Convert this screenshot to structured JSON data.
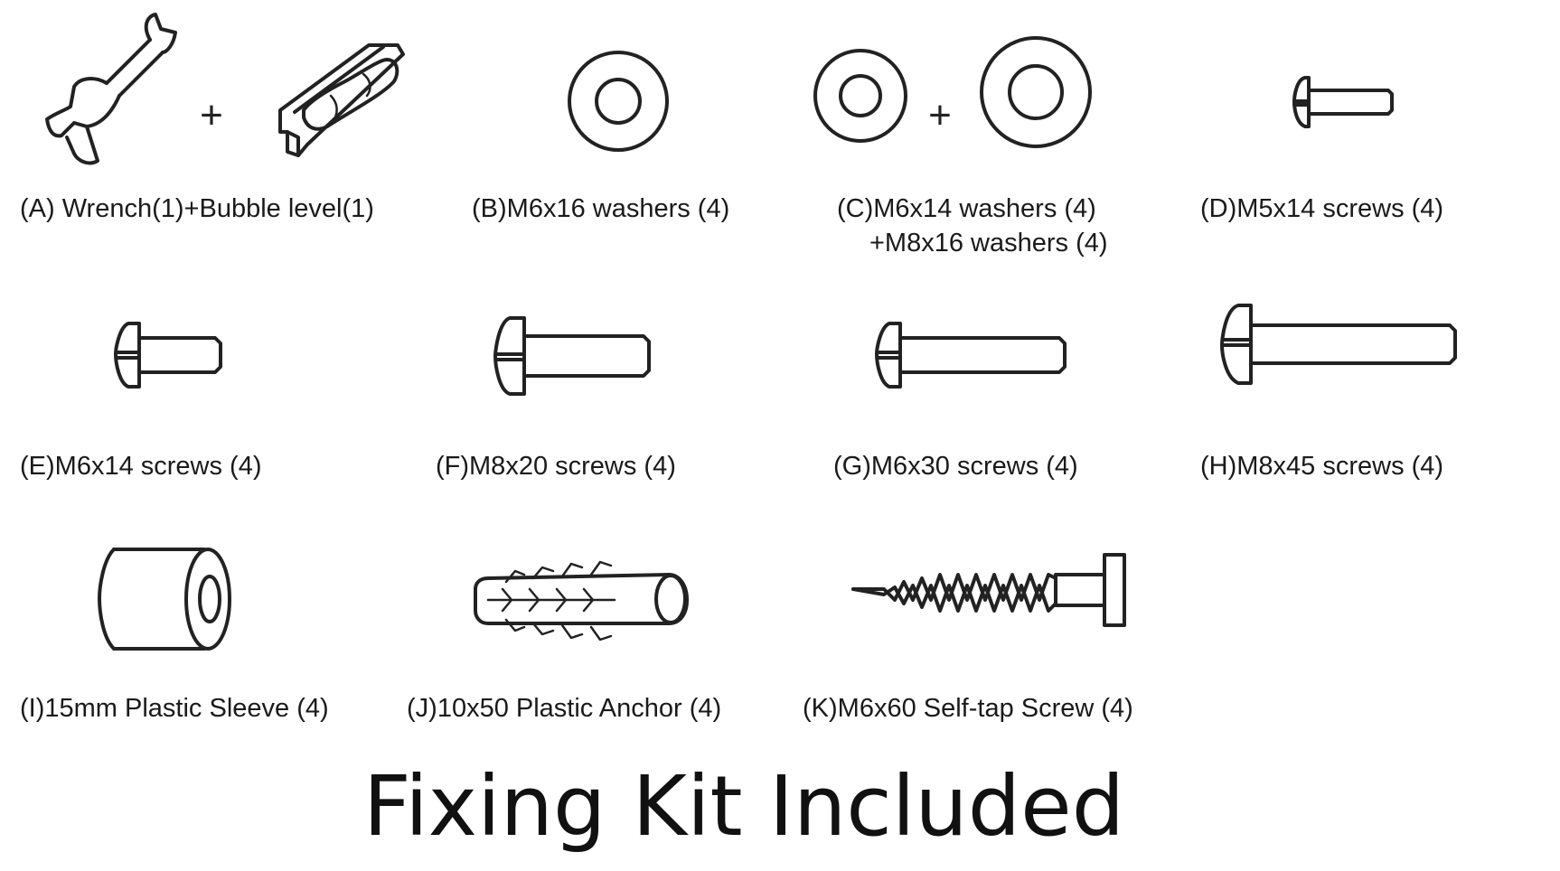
{
  "title": "Fixing Kit Included",
  "items": [
    {
      "id": "A",
      "lines": [
        "(A) Wrench(1)+Bubble level(1)"
      ],
      "icons": [
        "wrench-icon",
        "bubble-level-icon"
      ]
    },
    {
      "id": "B",
      "lines": [
        "(B)M6x16 washers (4)"
      ],
      "icons": [
        "washer-icon"
      ]
    },
    {
      "id": "C",
      "lines": [
        "(C)M6x14 washers (4)",
        "+M8x16 washers (4)"
      ],
      "icons": [
        "washer-icon",
        "washer-icon"
      ]
    },
    {
      "id": "D",
      "lines": [
        "(D)M5x14 screws (4)"
      ],
      "icons": [
        "screw-icon"
      ]
    },
    {
      "id": "E",
      "lines": [
        "(E)M6x14 screws (4)"
      ],
      "icons": [
        "screw-icon"
      ]
    },
    {
      "id": "F",
      "lines": [
        "(F)M8x20 screws (4)"
      ],
      "icons": [
        "screw-icon"
      ]
    },
    {
      "id": "G",
      "lines": [
        "(G)M6x30 screws (4)"
      ],
      "icons": [
        "screw-icon"
      ]
    },
    {
      "id": "H",
      "lines": [
        "(H)M8x45 screws (4)"
      ],
      "icons": [
        "screw-icon"
      ]
    },
    {
      "id": "I",
      "lines": [
        "(I)15mm Plastic Sleeve (4)"
      ],
      "icons": [
        "plastic-sleeve-icon"
      ]
    },
    {
      "id": "J",
      "lines": [
        "(J)10x50 Plastic Anchor (4)"
      ],
      "icons": [
        "plastic-anchor-icon"
      ]
    },
    {
      "id": "K",
      "lines": [
        "(K)M6x60 Self-tap Screw (4)"
      ],
      "icons": [
        "self-tap-screw-icon"
      ]
    }
  ],
  "plus_sign": "+"
}
